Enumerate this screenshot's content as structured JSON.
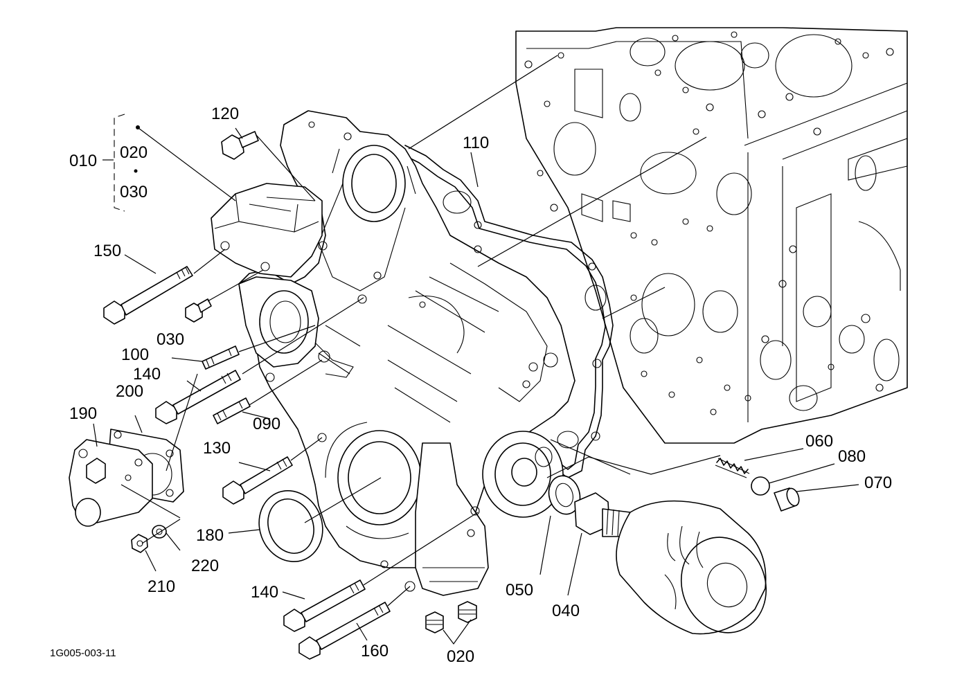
{
  "drawing_code": "1G005-003-11",
  "callouts": {
    "c010": "010",
    "c020_top": "020",
    "c030_top": "030",
    "c120": "120",
    "c110": "110",
    "c150": "150",
    "c030": "030",
    "c100": "100",
    "c140_upper": "140",
    "c200": "200",
    "c190": "190",
    "c090": "090",
    "c130": "130",
    "c180": "180",
    "c220": "220",
    "c210": "210",
    "c140_lower": "140",
    "c160": "160",
    "c020_bottom": "020",
    "c050": "050",
    "c040": "040",
    "c060": "060",
    "c080": "080",
    "c070": "070"
  }
}
